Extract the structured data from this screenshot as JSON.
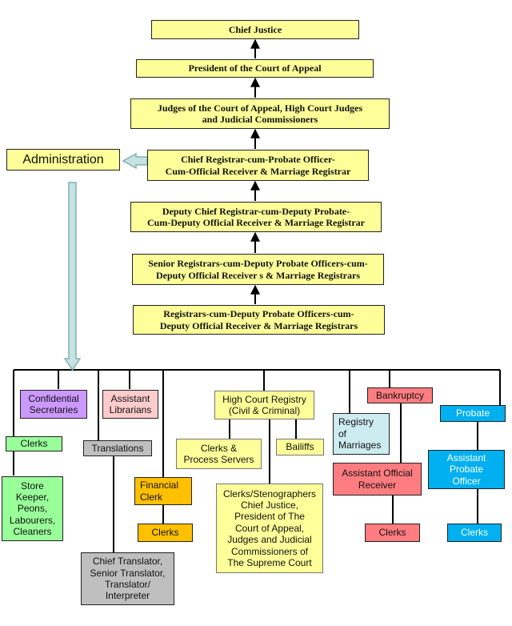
{
  "colors": {
    "yellow": "#ffff99",
    "purple": "#cc99ff",
    "pink": "#ffcccc",
    "green": "#99ff99",
    "gray": "#bfbfbf",
    "orange": "#ffc000",
    "light_blue": "#ccecf0",
    "salmon": "#ff7c80",
    "blue": "#00b0f0",
    "arrow_fill": "#c6e2e2",
    "arrow_stroke": "#7fb2b2"
  },
  "hierarchy": {
    "chief_justice": "Chief Justice",
    "president": "President of the Court of Appeal",
    "judges": [
      "Judges of the Court of Appeal, High Court Judges",
      "and Judicial Commissioners"
    ],
    "chief_registrar": [
      "Chief Registrar-cum-Probate Officer-",
      "Cum-Official Receiver & Marriage Registrar"
    ],
    "deputy_chief": [
      "Deputy Chief Registrar-cum-Deputy Probate-",
      "Cum-Deputy Official Receiver  & Marriage Registrar"
    ],
    "senior_registrars": [
      "Senior Registrars-cum-Deputy Probate Officers-cum-",
      "Deputy Official Receiver s & Marriage Registrars"
    ],
    "registrars": [
      "Registrars-cum-Deputy Probate Officers-cum-",
      "Deputy Official Receiver  & Marriage Registrars"
    ]
  },
  "administration": "Administration",
  "units": {
    "confidential_secretaries": [
      "Confidential",
      "Secretaries"
    ],
    "assistant_librarians": [
      "Assistant",
      "Librarians"
    ],
    "clerks_admin": "Clerks",
    "store_keeper": [
      "Store",
      "Keeper,",
      "Peons,",
      "Labourers,",
      "Cleaners"
    ],
    "translations": "Translations",
    "chief_translator": [
      "Chief Translator,",
      "Senior Translator,",
      "Translator/",
      "Interpreter"
    ],
    "financial_clerk": [
      "Financial",
      "Clerk"
    ],
    "clerks_financial": "Clerks",
    "high_court_registry": [
      "High Court Registry",
      "(Civil & Criminal)"
    ],
    "clerks_process_servers": [
      "Clerks &",
      "Process Servers"
    ],
    "bailiffs": "Bailiffs",
    "clerks_stenographers": [
      "Clerks/Stenographers",
      "Chief Justice,",
      "President of The",
      "Court of Appeal,",
      "Judges and Judicial",
      "Commissioners of",
      "The Supreme Court"
    ],
    "registry_of_marriages": [
      "Registry",
      "of",
      "Marriages"
    ],
    "bankruptcy": "Bankruptcy",
    "assistant_official_receiver": [
      "Assistant Official",
      "Receiver"
    ],
    "clerks_bankruptcy": "Clerks",
    "probate": "Probate",
    "assistant_probate_officer": [
      "Assistant",
      "Probate",
      "Officer"
    ],
    "clerks_probate": "Clerks"
  }
}
